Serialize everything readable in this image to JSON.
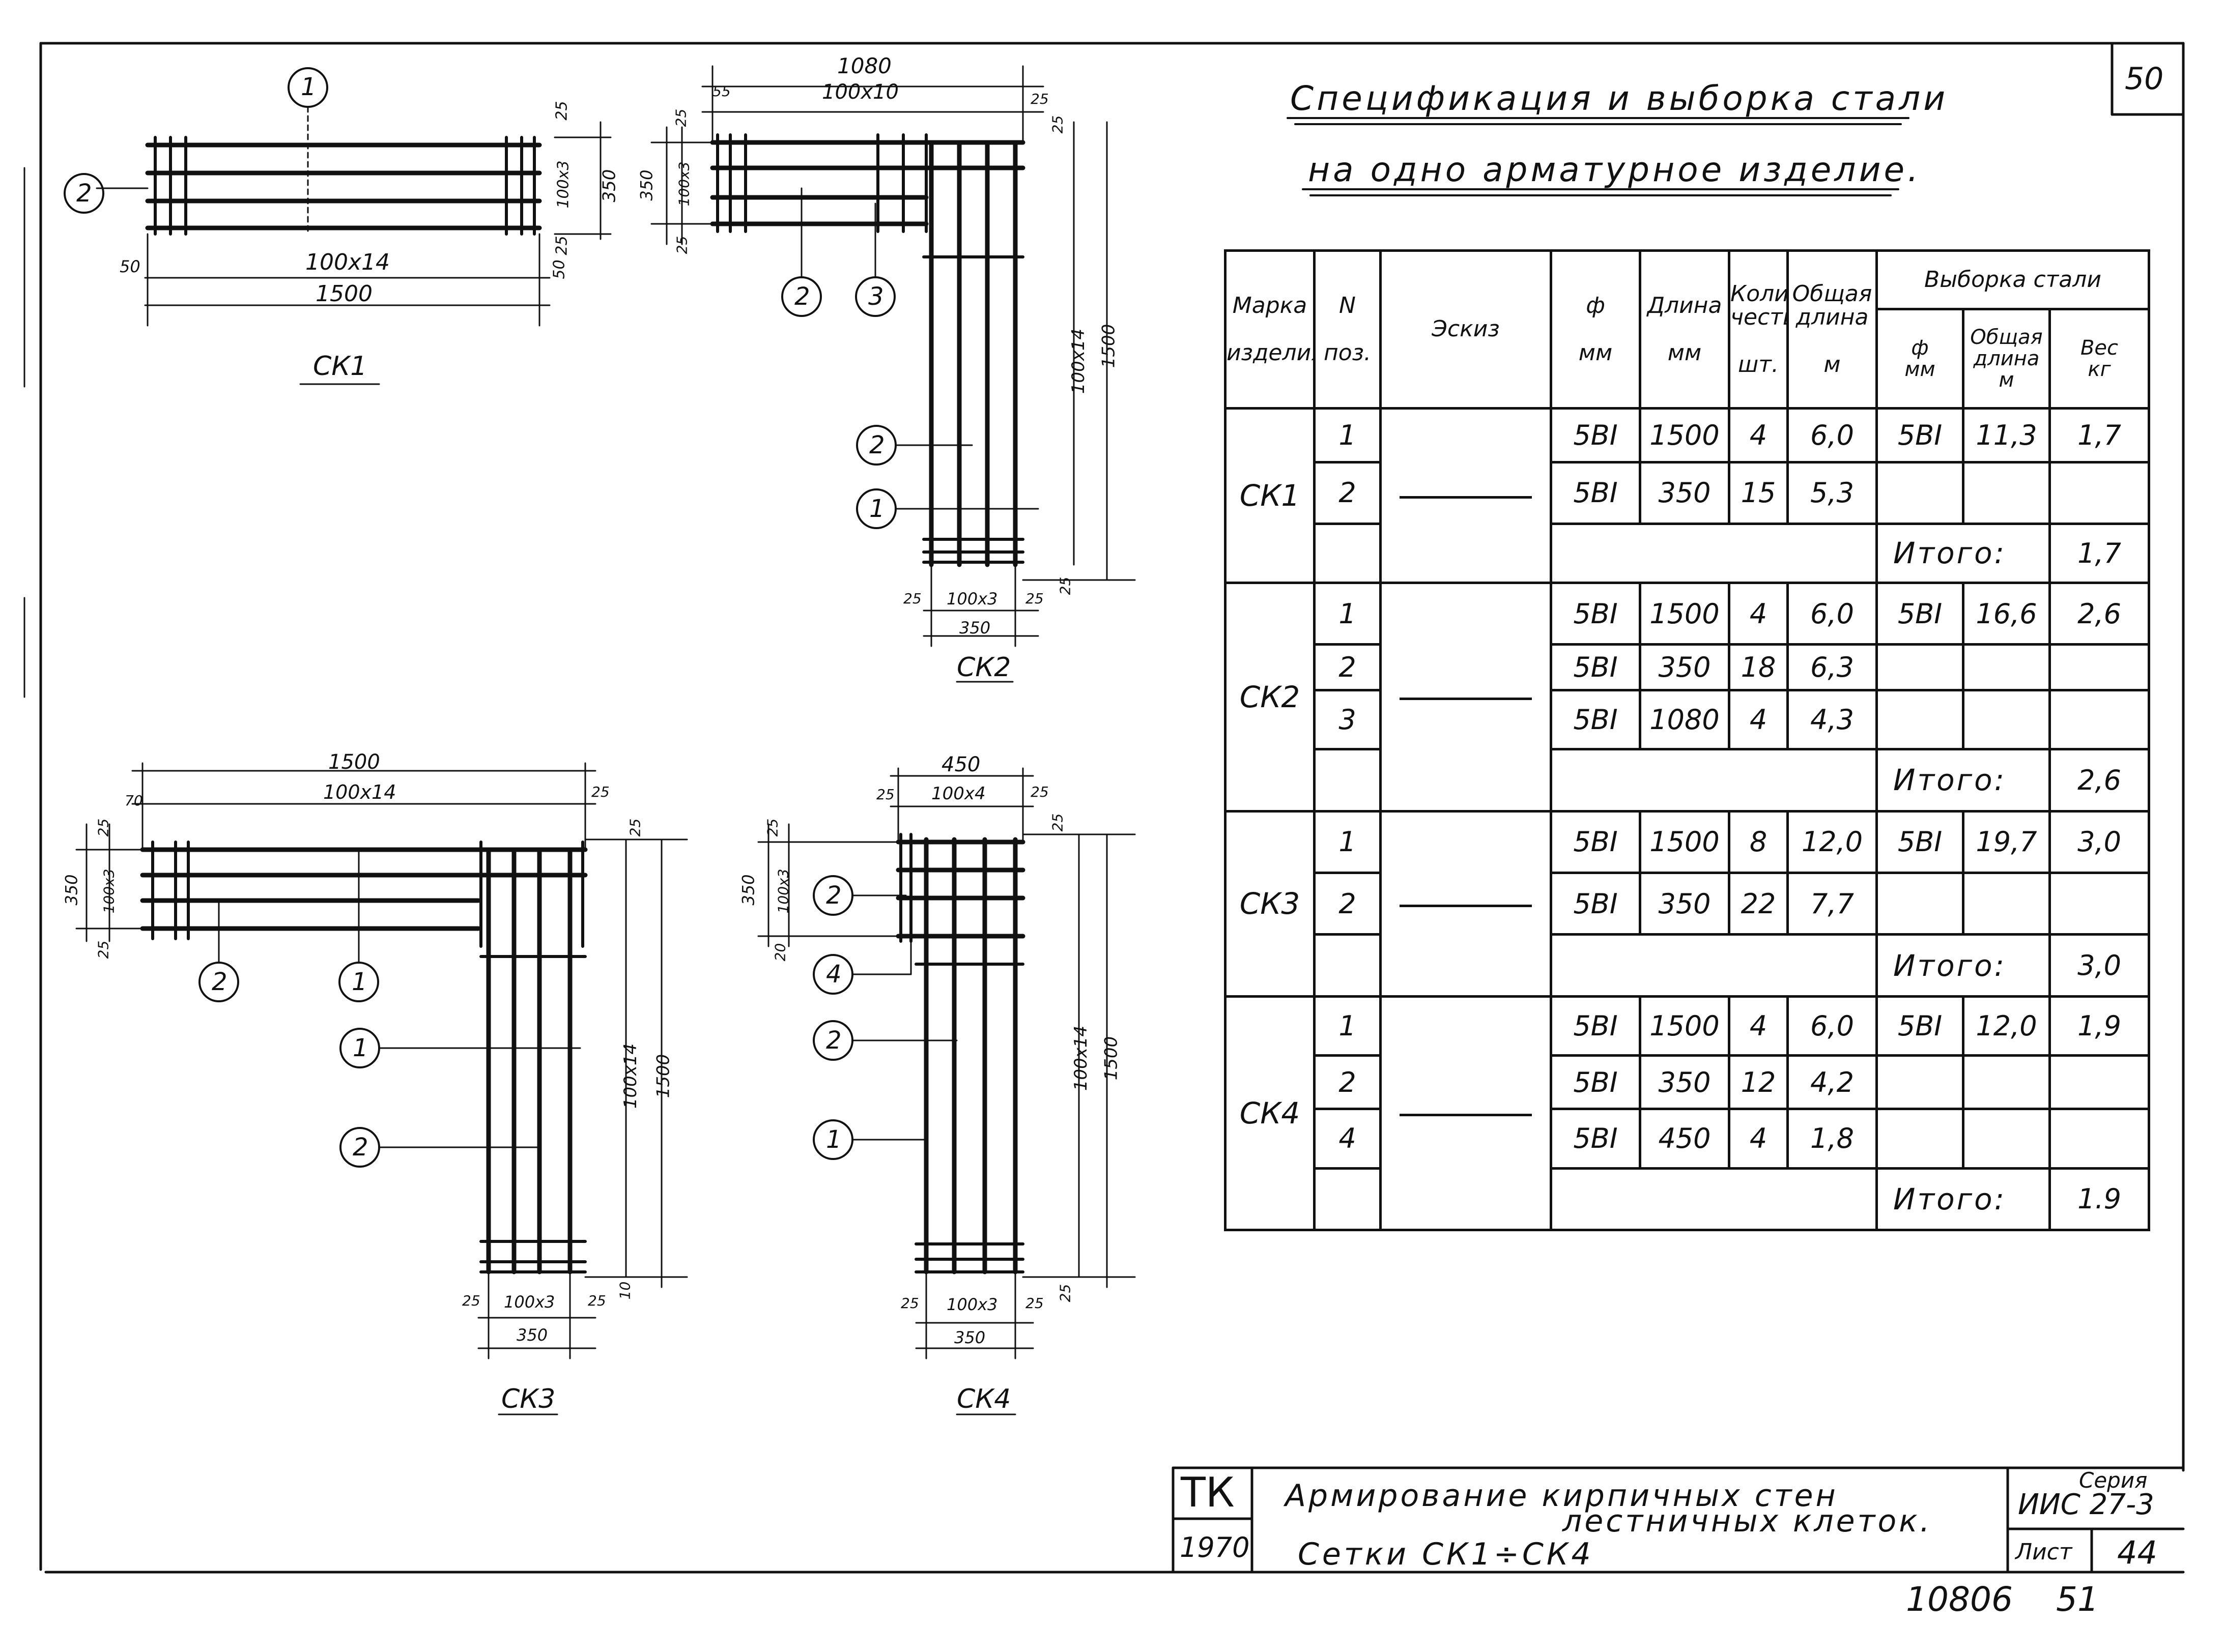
{
  "sheet": {
    "corner_number": "50",
    "title_line_1": "Спецификация и выборка стали",
    "title_line_2": "на одно арматурное изделие."
  },
  "drawings": {
    "ck1": {
      "label": "СК1",
      "top_dim": "25",
      "total_height": "350",
      "inner_height": "100х3",
      "bottom_right": "25",
      "bottom_right_2": "50",
      "left_offset": "50",
      "spacing": "100х14",
      "total_length": "1500",
      "callout_1": "1",
      "callout_2": "2"
    },
    "ck2": {
      "label": "СК2",
      "top_total": "1080",
      "top_spacing": "100х10",
      "top_left": "55",
      "top_left_2": "25",
      "top_right": "25",
      "top_right_2": "25",
      "left_total": "350",
      "left_inner": "100х3",
      "left_bottom": "25",
      "right_spacing": "100х14",
      "right_total": "1500",
      "bottom_left": "25",
      "bottom_spacing": "100х3",
      "bottom_right": "25",
      "bottom_right_2": "25",
      "bottom_total": "350",
      "callout_a": "2",
      "callout_b": "3",
      "callout_c": "2",
      "callout_d": "1"
    },
    "ck3": {
      "label": "СК3",
      "top_total": "1500",
      "top_spacing": "100х14",
      "top_left": "70",
      "top_right": "25",
      "top_right_2": "25",
      "left_top": "25",
      "left_total": "350",
      "left_inner": "100х3",
      "left_bottom": "25",
      "right_spacing": "100х14",
      "right_total": "1500",
      "bottom_left": "25",
      "bottom_spacing": "100х3",
      "bottom_right": "25",
      "bottom_right_2": "10",
      "bottom_total": "350",
      "callout_a": "2",
      "callout_b": "1",
      "callout_c": "1",
      "callout_d": "2"
    },
    "ck4": {
      "label": "СК4",
      "top_total": "450",
      "top_spacing": "100х4",
      "top_left": "25",
      "top_right": "25",
      "left_top": "25",
      "left_total": "350",
      "left_inner": "100х3",
      "left_bottom": "20",
      "right_top": "25",
      "right_spacing": "100х14",
      "right_total": "1500",
      "bottom_left": "25",
      "bottom_spacing": "100х3",
      "bottom_right": "25",
      "bottom_right_2": "25",
      "bottom_total": "350",
      "callout_a": "2",
      "callout_b": "4",
      "callout_c": "2",
      "callout_d": "1"
    }
  },
  "table": {
    "headers": {
      "mark_1": "Марка",
      "mark_2": "изделия",
      "pos_1": "N",
      "pos_2": "поз.",
      "sketch": "Эскиз",
      "dia_1": "ф",
      "dia_2": "мм",
      "len_1": "Длина",
      "len_2": "мм",
      "qty_1": "Коли-",
      "qty_2": "чество",
      "qty_3": "шт.",
      "tot_1": "Общая",
      "tot_2": "длина",
      "tot_3": "м",
      "sel": "Выборка стали",
      "sel_dia_1": "ф",
      "sel_dia_2": "мм",
      "sel_len_1": "Общая",
      "sel_len_2": "длина",
      "sel_len_3": "м",
      "sel_w_1": "Вес",
      "sel_w_2": "кг"
    },
    "groups": [
      {
        "mark": "СК1",
        "rows": [
          {
            "pos": "1",
            "dia": "5ВⅠ",
            "len": "1500",
            "qty": "4",
            "total": "6,0",
            "sel_dia": "5ВⅠ",
            "sel_len": "11,3",
            "sel_w": "1,7"
          },
          {
            "pos": "2",
            "dia": "5ВⅠ",
            "len": "350",
            "qty": "15",
            "total": "5,3",
            "sel_dia": "",
            "sel_len": "",
            "sel_w": ""
          }
        ],
        "total_label": "Итого:",
        "total_value": "1,7"
      },
      {
        "mark": "СК2",
        "rows": [
          {
            "pos": "1",
            "dia": "5ВⅠ",
            "len": "1500",
            "qty": "4",
            "total": "6,0",
            "sel_dia": "5ВⅠ",
            "sel_len": "16,6",
            "sel_w": "2,6"
          },
          {
            "pos": "2",
            "dia": "5ВⅠ",
            "len": "350",
            "qty": "18",
            "total": "6,3",
            "sel_dia": "",
            "sel_len": "",
            "sel_w": ""
          },
          {
            "pos": "3",
            "dia": "5ВⅠ",
            "len": "1080",
            "qty": "4",
            "total": "4,3",
            "sel_dia": "",
            "sel_len": "",
            "sel_w": ""
          }
        ],
        "total_label": "Итого:",
        "total_value": "2,6"
      },
      {
        "mark": "СК3",
        "rows": [
          {
            "pos": "1",
            "dia": "5ВⅠ",
            "len": "1500",
            "qty": "8",
            "total": "12,0",
            "sel_dia": "5ВⅠ",
            "sel_len": "19,7",
            "sel_w": "3,0"
          },
          {
            "pos": "2",
            "dia": "5ВⅠ",
            "len": "350",
            "qty": "22",
            "total": "7,7",
            "sel_dia": "",
            "sel_len": "",
            "sel_w": ""
          }
        ],
        "total_label": "Итого:",
        "total_value": "3,0"
      },
      {
        "mark": "СК4",
        "rows": [
          {
            "pos": "1",
            "dia": "5ВⅠ",
            "len": "1500",
            "qty": "4",
            "total": "6,0",
            "sel_dia": "5ВⅠ",
            "sel_len": "12,0",
            "sel_w": "1,9"
          },
          {
            "pos": "2",
            "dia": "5ВⅠ",
            "len": "350",
            "qty": "12",
            "total": "4,2",
            "sel_dia": "",
            "sel_len": "",
            "sel_w": ""
          },
          {
            "pos": "4",
            "dia": "5ВⅠ",
            "len": "450",
            "qty": "4",
            "total": "1,8",
            "sel_dia": "",
            "sel_len": "",
            "sel_w": ""
          }
        ],
        "total_label": "Итого:",
        "total_value": "1.9"
      }
    ]
  },
  "title_block": {
    "org": "ТК",
    "year": "1970",
    "title_1": "Армирование кирпичных стен",
    "title_2": "лестничных клеток.",
    "title_3": "Сетки СК1÷СК4",
    "series_label": "Серия",
    "series_value": "ИИС 27-3",
    "sheet_label": "Лист",
    "sheet_value": "44"
  },
  "footer": {
    "number": "10806",
    "page": "51"
  }
}
